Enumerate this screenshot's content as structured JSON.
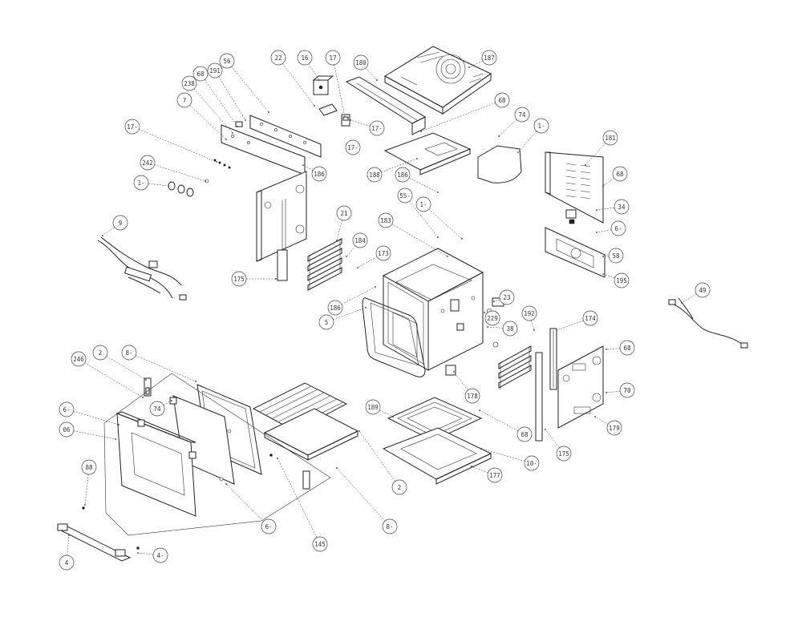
{
  "callouts": [
    {
      "id": "c1",
      "label": "22"
    },
    {
      "id": "c2",
      "label": "16"
    },
    {
      "id": "c3",
      "label": "17"
    },
    {
      "id": "c4",
      "label": "180"
    },
    {
      "id": "c5",
      "label": "187"
    },
    {
      "id": "c6",
      "label": "56"
    },
    {
      "id": "c7",
      "label": "191"
    },
    {
      "id": "c8",
      "label": "68"
    },
    {
      "id": "c9",
      "label": "238"
    },
    {
      "id": "c10",
      "label": "7"
    },
    {
      "id": "c11",
      "label": "68"
    },
    {
      "id": "c12",
      "label": "74"
    },
    {
      "id": "c13",
      "label": "1-"
    },
    {
      "id": "c14",
      "label": "17-"
    },
    {
      "id": "c15",
      "label": "17-"
    },
    {
      "id": "c16",
      "label": "17-"
    },
    {
      "id": "c17",
      "label": "181"
    },
    {
      "id": "c18",
      "label": "242"
    },
    {
      "id": "c19",
      "label": "1-"
    },
    {
      "id": "c20",
      "label": "186"
    },
    {
      "id": "c21",
      "label": "188"
    },
    {
      "id": "c22",
      "label": "186"
    },
    {
      "id": "c23",
      "label": "68"
    },
    {
      "id": "c24",
      "label": "34"
    },
    {
      "id": "c25",
      "label": "9"
    },
    {
      "id": "c26",
      "label": "55-"
    },
    {
      "id": "c27",
      "label": "1-"
    },
    {
      "id": "c28",
      "label": "183"
    },
    {
      "id": "c29",
      "label": "6-"
    },
    {
      "id": "c30",
      "label": "21"
    },
    {
      "id": "c31",
      "label": "58"
    },
    {
      "id": "c32",
      "label": "184"
    },
    {
      "id": "c33",
      "label": "173"
    },
    {
      "id": "c34",
      "label": "195"
    },
    {
      "id": "c35",
      "label": "175"
    },
    {
      "id": "c36",
      "label": "49"
    },
    {
      "id": "c37",
      "label": "186"
    },
    {
      "id": "c38",
      "label": "23"
    },
    {
      "id": "c39",
      "label": "229"
    },
    {
      "id": "c40",
      "label": "5"
    },
    {
      "id": "c41",
      "label": "192"
    },
    {
      "id": "c42",
      "label": "38"
    },
    {
      "id": "c43",
      "label": "174"
    },
    {
      "id": "c44",
      "label": "68"
    },
    {
      "id": "c45",
      "label": "2"
    },
    {
      "id": "c46",
      "label": "8-"
    },
    {
      "id": "c47",
      "label": "246"
    },
    {
      "id": "c48",
      "label": "178"
    },
    {
      "id": "c49",
      "label": "70"
    },
    {
      "id": "c50",
      "label": "74"
    },
    {
      "id": "c51",
      "label": "6-"
    },
    {
      "id": "c52",
      "label": "189"
    },
    {
      "id": "c53",
      "label": "179"
    },
    {
      "id": "c54",
      "label": "06"
    },
    {
      "id": "c55",
      "label": "68"
    },
    {
      "id": "c56",
      "label": "10-"
    },
    {
      "id": "c57",
      "label": "175"
    },
    {
      "id": "c58",
      "label": "2"
    },
    {
      "id": "c59",
      "label": "177"
    },
    {
      "id": "c60",
      "label": "88"
    },
    {
      "id": "c61",
      "label": "6-"
    },
    {
      "id": "c62",
      "label": "8-"
    },
    {
      "id": "c63",
      "label": "145"
    },
    {
      "id": "c64",
      "label": "4"
    },
    {
      "id": "c65",
      "label": "4-"
    }
  ]
}
